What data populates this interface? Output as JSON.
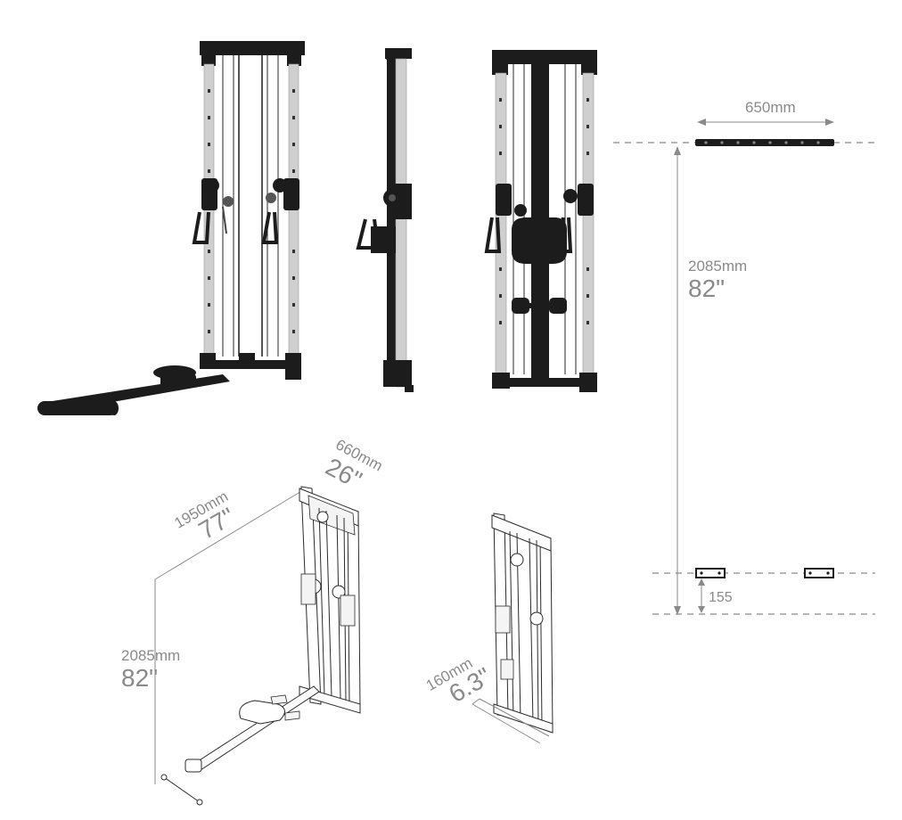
{
  "dimensions": {
    "top_width": {
      "metric": "650mm"
    },
    "side_height": {
      "metric": "2085mm",
      "imperial": "82\""
    },
    "bracket_offset": {
      "metric": "155"
    },
    "iso_depth": {
      "metric": "1950mm",
      "imperial": "77\""
    },
    "iso_width": {
      "metric": "660mm",
      "imperial": "26\""
    },
    "iso_height": {
      "metric": "2085mm",
      "imperial": "82\""
    },
    "wall_depth": {
      "metric": "160mm",
      "imperial": "6.3\""
    }
  },
  "colors": {
    "frame": "#1c1c1c",
    "upright": "#cfcfcf",
    "dimension": "#8a8a8a"
  }
}
